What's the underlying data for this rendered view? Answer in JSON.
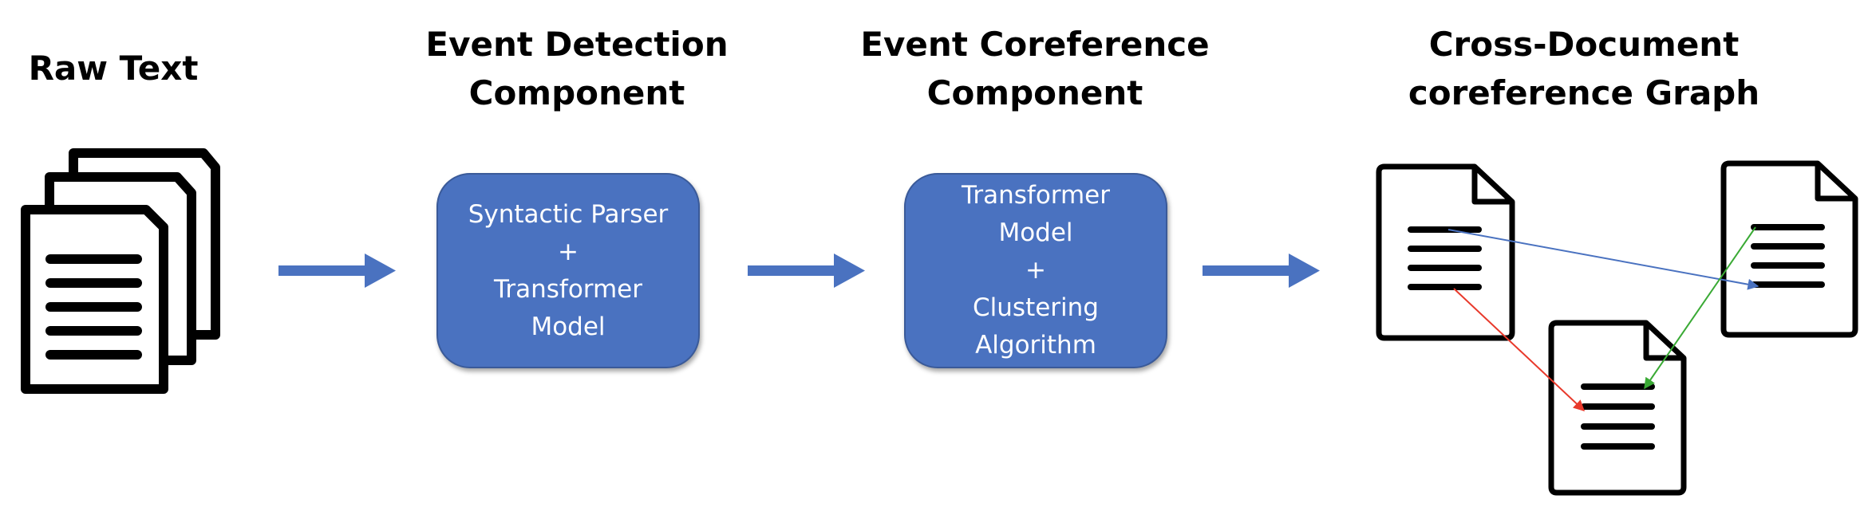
{
  "headings": {
    "raw_text": [
      "Raw Text"
    ],
    "event_detection": [
      "Event Detection",
      "Component"
    ],
    "event_coreference": [
      "Event Coreference",
      "Component"
    ],
    "cross_document": [
      "Cross-Document",
      "coreference Graph"
    ]
  },
  "boxes": {
    "event_detection": [
      "Syntactic Parser",
      "+",
      "Transformer",
      "Model"
    ],
    "event_coreference": [
      "Transformer",
      "Model",
      "+",
      "Clustering",
      "Algorithm"
    ]
  },
  "colors": {
    "arrow": "#4a72c0",
    "box_fill": "#4a72c0",
    "edge_blue": "#4a72c0",
    "edge_red": "#e8392b",
    "edge_green": "#3aaa35"
  },
  "icons": {
    "raw_text": "document-stack-icon",
    "graph_docs": "document-icon"
  }
}
